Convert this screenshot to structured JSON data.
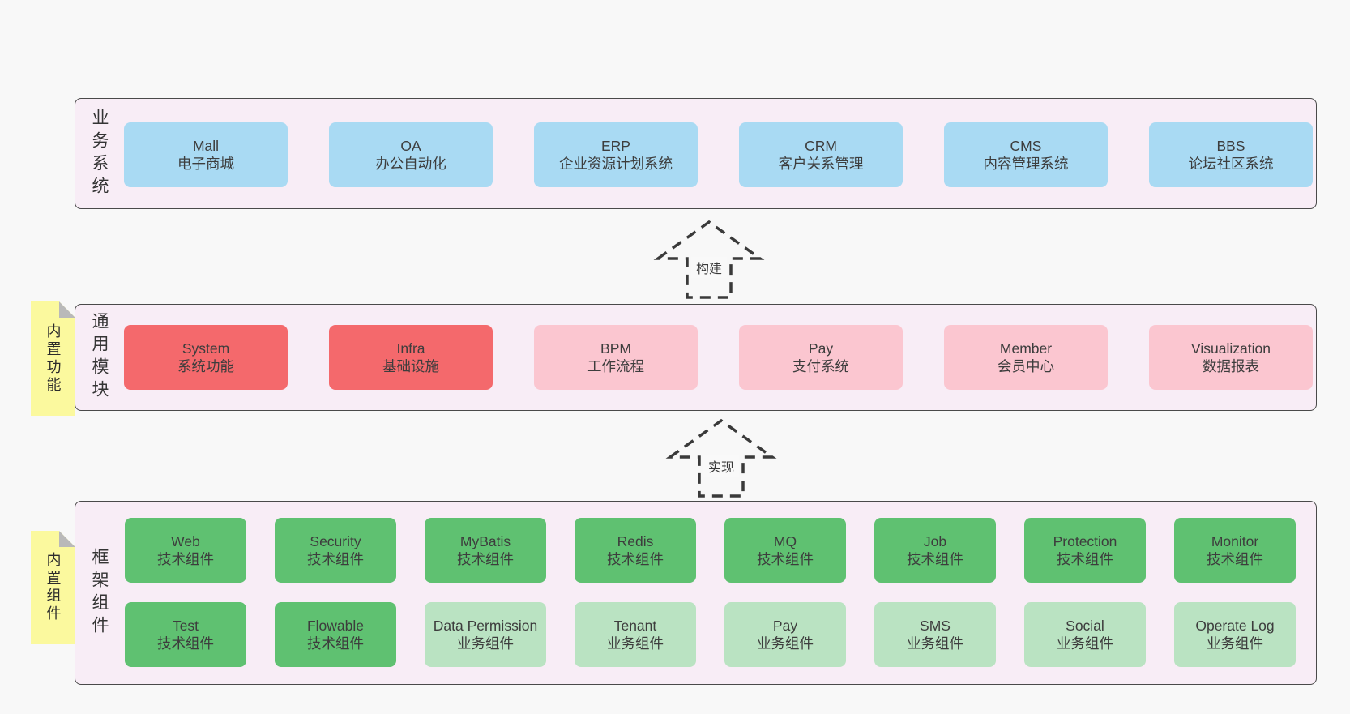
{
  "colors": {
    "page_bg": "#f8f8f8",
    "section_bg": "#f8edf6",
    "section_border": "#4a4a4a",
    "blue": "#a9daf3",
    "red": "#f4696c",
    "pink": "#fbc6d0",
    "green": "#5fc171",
    "light_green": "#bae3c2",
    "sticky_yellow": "#fbf99e",
    "fold_gray": "#b9b9b9",
    "text": "#3d3d3d"
  },
  "arrows": [
    {
      "label": "构建"
    },
    {
      "label": "实现"
    }
  ],
  "stickies": [
    {
      "label": "内置功能"
    },
    {
      "label": "内置组件"
    }
  ],
  "sections": {
    "business": {
      "side_label": "业务系统",
      "boxes": [
        {
          "en": "Mall",
          "zh": "电子商城"
        },
        {
          "en": "OA",
          "zh": "办公自动化"
        },
        {
          "en": "ERP",
          "zh": "企业资源计划系统"
        },
        {
          "en": "CRM",
          "zh": "客户关系管理"
        },
        {
          "en": "CMS",
          "zh": "内容管理系统"
        },
        {
          "en": "BBS",
          "zh": "论坛社区系统"
        }
      ]
    },
    "modules": {
      "side_label": "通用模块",
      "boxes": [
        {
          "en": "System",
          "zh": "系统功能"
        },
        {
          "en": "Infra",
          "zh": "基础设施"
        },
        {
          "en": "BPM",
          "zh": "工作流程"
        },
        {
          "en": "Pay",
          "zh": "支付系统"
        },
        {
          "en": "Member",
          "zh": "会员中心"
        },
        {
          "en": "Visualization",
          "zh": "数据报表"
        }
      ]
    },
    "components": {
      "side_label": "框架组件",
      "row1": [
        {
          "en": "Web",
          "zh": "技术组件"
        },
        {
          "en": "Security",
          "zh": "技术组件"
        },
        {
          "en": "MyBatis",
          "zh": "技术组件"
        },
        {
          "en": "Redis",
          "zh": "技术组件"
        },
        {
          "en": "MQ",
          "zh": "技术组件"
        },
        {
          "en": "Job",
          "zh": "技术组件"
        },
        {
          "en": "Protection",
          "zh": "技术组件"
        },
        {
          "en": "Monitor",
          "zh": "技术组件"
        }
      ],
      "row2": [
        {
          "en": "Test",
          "zh": "技术组件"
        },
        {
          "en": "Flowable",
          "zh": "技术组件"
        },
        {
          "en": "Data Permission",
          "zh": "业务组件"
        },
        {
          "en": "Tenant",
          "zh": "业务组件"
        },
        {
          "en": "Pay",
          "zh": "业务组件"
        },
        {
          "en": "SMS",
          "zh": "业务组件"
        },
        {
          "en": "Social",
          "zh": "业务组件"
        },
        {
          "en": "Operate Log",
          "zh": "业务组件"
        }
      ]
    }
  }
}
